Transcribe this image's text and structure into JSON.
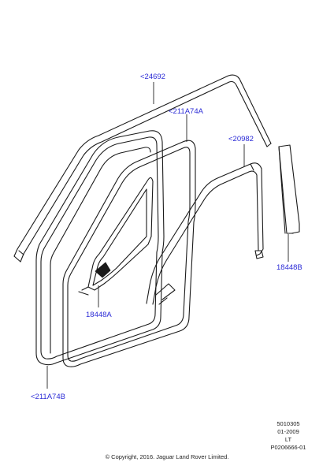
{
  "callouts": {
    "part_24692": "<24692",
    "part_211A74A": "<211A74A",
    "part_20982": "<20982",
    "part_18448B": "18448B",
    "part_18448A": "18448A",
    "part_211A74B": "<211A74B"
  },
  "colors": {
    "callout_text": "#2b2bd6",
    "line_art": "#1a1a1a",
    "background": "#ffffff"
  },
  "footer": {
    "illustration_number": "5010305",
    "date": "01-2009",
    "side_code": "LT",
    "publication_code": "P0206666-01",
    "copyright": "© Copyright, 2016. Jaguar Land Rover Limited."
  }
}
